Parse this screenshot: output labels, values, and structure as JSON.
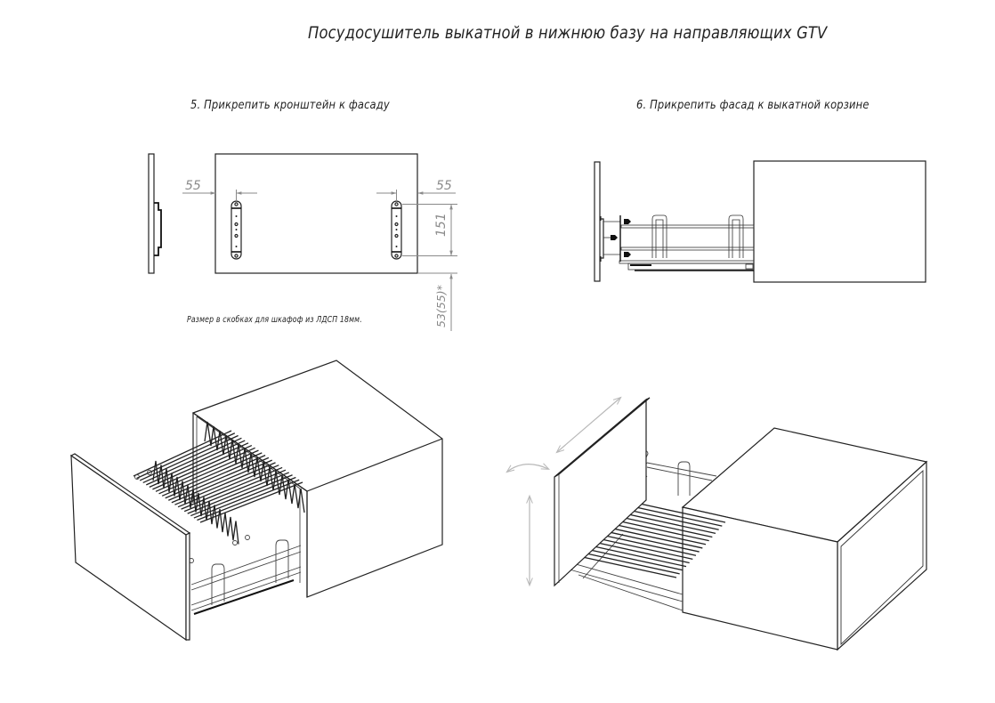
{
  "document": {
    "title": "Посудосушитель выкатной в нижнюю базу на направляющих GTV",
    "steps": [
      {
        "label": "5. Прикрепить кронштейн к фасаду",
        "dimensions": {
          "left_offset": "55",
          "right_offset": "55",
          "bracket_height": "151",
          "bottom_offset": "53(55)*"
        },
        "note": "Размер в скобках для шкафоф из ЛДСП 18мм."
      },
      {
        "label": "6. Прикрепить фасад к выкатной корзине"
      }
    ]
  }
}
